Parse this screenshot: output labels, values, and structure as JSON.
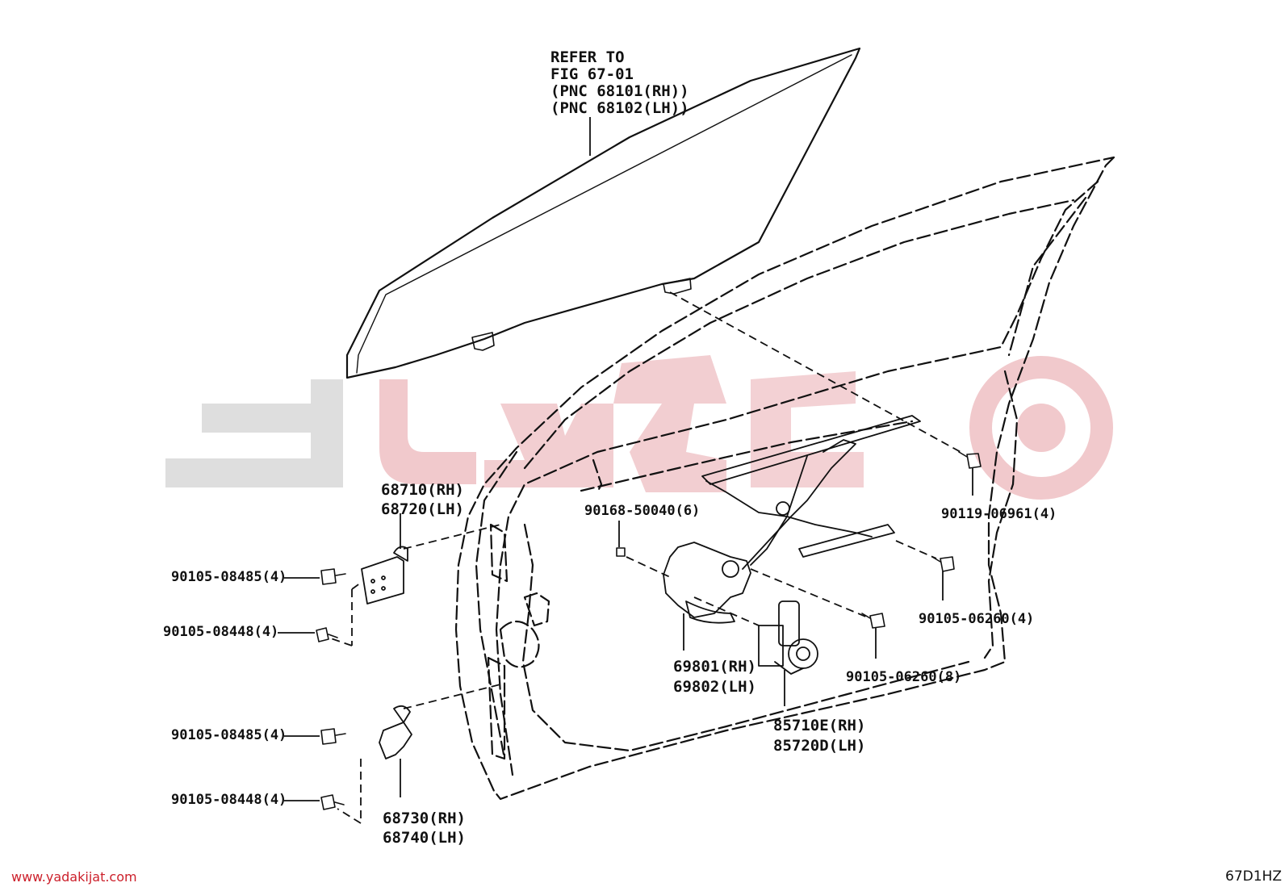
{
  "colors": {
    "line": "#111111",
    "watermark": "#f1c9cc",
    "watermark_gray": "#dedede",
    "url": "#cc1f2a"
  },
  "labels": {
    "refer_1": "REFER TO",
    "refer_2": "FIG 67-01",
    "refer_3": "(PNC 68101(RH))",
    "refer_4": "(PNC 68102(LH))",
    "hinge_upper_rh": "68710(RH)",
    "hinge_upper_lh": "68720(LH)",
    "bolt_upper_1": "90105-08485(4)",
    "bolt_upper_2": "90105-08448(4)",
    "bolt_lower_1": "90105-08485(4)",
    "bolt_lower_2": "90105-08448(4)",
    "hinge_lower_rh": "68730(RH)",
    "hinge_lower_lh": "68740(LH)",
    "bolt_50040": "90168-50040(6)",
    "bolt_06961": "90119-06961(4)",
    "bolt_06260_4": "90105-06260(4)",
    "bolt_06260_8": "90105-06260(8)",
    "regulator_rh": "69801(RH)",
    "regulator_lh": "69802(LH)",
    "motor_rh": "85710E(RH)",
    "motor_lh": "85720D(LH)"
  },
  "footer": {
    "url": "www.yadakijat.com",
    "code": "67D1HZ"
  }
}
